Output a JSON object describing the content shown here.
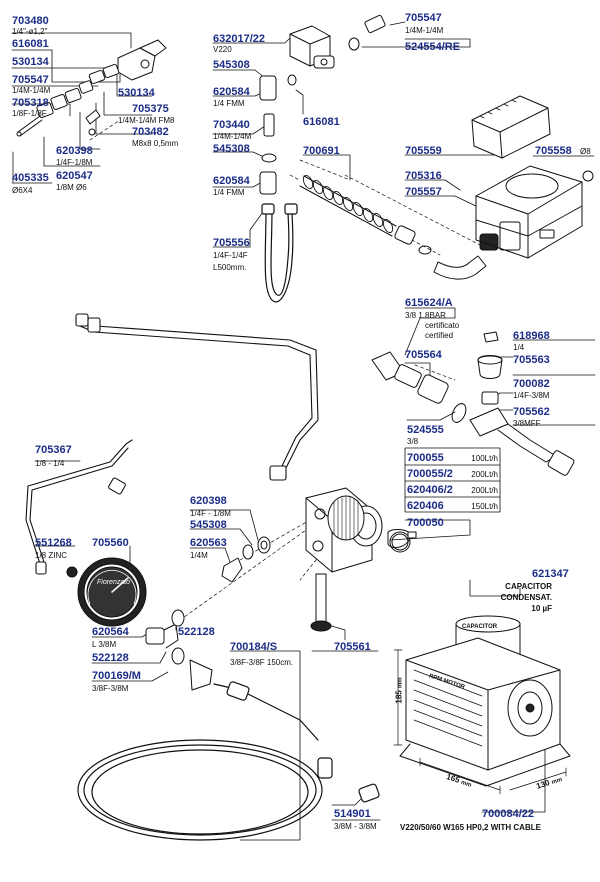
{
  "colors": {
    "part_number": "#1c2d87",
    "line": "#111111"
  },
  "parts": [
    {
      "key": "p703480",
      "number": "703480",
      "desc": [
        "1/4\"-ø1,2\""
      ]
    },
    {
      "key": "p616081a",
      "number": "616081",
      "desc": []
    },
    {
      "key": "p530134a",
      "number": "530134",
      "desc": [
        "1/4M-1/4M"
      ]
    },
    {
      "key": "p705547a",
      "number": "705547",
      "desc": []
    },
    {
      "key": "p705318",
      "number": "705318",
      "desc": [
        "1/8F-1/8F"
      ]
    },
    {
      "key": "p530134b",
      "number": "530134",
      "desc": []
    },
    {
      "key": "p705375",
      "number": "705375",
      "desc": [
        "1/4M-1/4M FM8"
      ]
    },
    {
      "key": "p703482",
      "number": "703482",
      "desc": [
        "M8x8 0,5mm"
      ]
    },
    {
      "key": "p620398a",
      "number": "620398",
      "desc": [
        "1/4F-1/8M"
      ]
    },
    {
      "key": "p620547",
      "number": "620547",
      "desc": [
        "1/8M Ø6"
      ]
    },
    {
      "key": "p405335",
      "number": "405335",
      "desc": [
        "Ø6X4"
      ]
    },
    {
      "key": "p632017",
      "number": "632017/22",
      "desc": [
        "V220"
      ]
    },
    {
      "key": "p705547b",
      "number": "705547",
      "desc": [
        "1/4M-1/4M"
      ]
    },
    {
      "key": "p524554",
      "number": "524554/RE",
      "desc": []
    },
    {
      "key": "p545308a",
      "number": "545308",
      "desc": []
    },
    {
      "key": "p620584a",
      "number": "620584",
      "desc": [
        "1/4 FMM"
      ]
    },
    {
      "key": "p616081b",
      "number": "616081",
      "desc": []
    },
    {
      "key": "p703440",
      "number": "703440",
      "desc": [
        "1/4M-1/4M"
      ]
    },
    {
      "key": "p545308b",
      "number": "545308",
      "desc": []
    },
    {
      "key": "p700691",
      "number": "700691",
      "desc": []
    },
    {
      "key": "p705559",
      "number": "705559",
      "desc": []
    },
    {
      "key": "p705558",
      "number": "705558",
      "desc": [
        "Ø8"
      ]
    },
    {
      "key": "p620584b",
      "number": "620584",
      "desc": [
        "1/4 FMM"
      ]
    },
    {
      "key": "p705316",
      "number": "705316",
      "desc": []
    },
    {
      "key": "p705557",
      "number": "705557",
      "desc": []
    },
    {
      "key": "p705556",
      "number": "705556",
      "desc": [
        "1/4F-1/4F",
        "L500mm."
      ]
    },
    {
      "key": "p615624",
      "number": "615624/A",
      "desc": [
        "3/8 1.8BAR"
      ]
    },
    {
      "key": "p618968",
      "number": "618968",
      "desc": [
        "1/4"
      ]
    },
    {
      "key": "p705564",
      "number": "705564",
      "desc": []
    },
    {
      "key": "p705563",
      "number": "705563",
      "desc": []
    },
    {
      "key": "p700082",
      "number": "700082",
      "desc": [
        "1/4F-3/8M"
      ]
    },
    {
      "key": "p705562",
      "number": "705562",
      "desc": [
        "3/8MFF"
      ]
    },
    {
      "key": "p524555",
      "number": "524555",
      "desc": [
        "3/8"
      ]
    },
    {
      "key": "p705367",
      "number": "705367",
      "desc": [
        "1/8 - 1/4"
      ]
    },
    {
      "key": "p700050",
      "number": "700050",
      "desc": []
    },
    {
      "key": "p620398b",
      "number": "620398",
      "desc": [
        "1/4F - 1/8M"
      ]
    },
    {
      "key": "p545308c",
      "number": "545308",
      "desc": []
    },
    {
      "key": "p551268",
      "number": "551268",
      "desc": [
        "1/8 ZINC"
      ]
    },
    {
      "key": "p705560",
      "number": "705560",
      "desc": []
    },
    {
      "key": "p620563",
      "number": "620563",
      "desc": [
        "1/4M"
      ]
    },
    {
      "key": "p621347",
      "number": "621347",
      "desc": []
    },
    {
      "key": "p620564",
      "number": "620564",
      "desc": [
        "L 3/8M"
      ]
    },
    {
      "key": "p522128a",
      "number": "522128",
      "desc": []
    },
    {
      "key": "p700184",
      "number": "700184/S",
      "desc": [
        "3/8F-3/8F 150cm."
      ]
    },
    {
      "key": "p705561",
      "number": "705561",
      "desc": []
    },
    {
      "key": "p522128b",
      "number": "522128",
      "desc": []
    },
    {
      "key": "p700169",
      "number": "700169/M",
      "desc": [
        "3/8F-3/8M"
      ]
    },
    {
      "key": "p514901",
      "number": "514901",
      "desc": [
        "3/8M - 3/8M"
      ]
    },
    {
      "key": "p700084",
      "number": "700084/22",
      "desc": [
        "V220/50/60 W165 HP0,2 WITH CABLE"
      ]
    }
  ],
  "valve_options": [
    {
      "number": "700055",
      "flow": "100Lt/h"
    },
    {
      "number": "700055/2",
      "flow": "200Lt/h"
    },
    {
      "number": "620406/2",
      "flow": "200Lt/h"
    },
    {
      "number": "620406",
      "flow": "150Lt/h"
    }
  ],
  "notes": {
    "certificato": "certificato",
    "certified": "certified",
    "capacitor": [
      "CAPACITOR",
      "CONDENSAT.",
      "10 µF"
    ]
  },
  "motor": {
    "label": "RPM MOTOR",
    "capacitor_label": "CAPACITOR",
    "dim_height": "185",
    "dim_width": "165",
    "dim_depth": "130",
    "unit": "mm"
  },
  "gauge": {
    "brand": "Fiorenzato"
  }
}
